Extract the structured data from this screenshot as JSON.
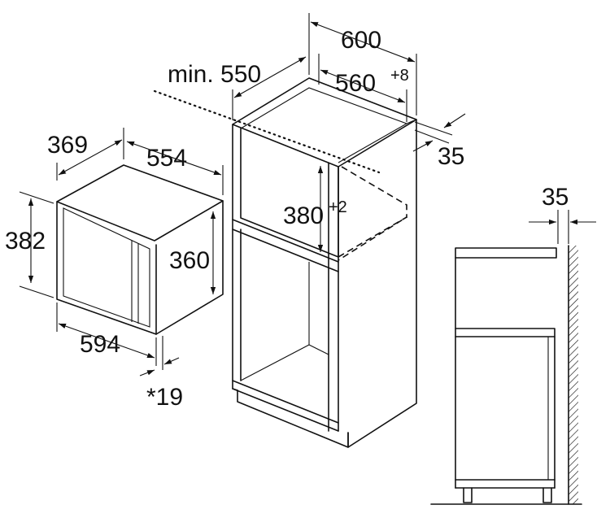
{
  "labels": {
    "cab_total_depth": "600",
    "cab_min_depth": "min. 550",
    "cab_inner_depth": "560",
    "cab_inner_depth_tol": "+8",
    "cab_niche_height": "380",
    "cab_niche_height_tol": "+2",
    "cab_rear_gap": "35",
    "side_rear_gap": "35",
    "mw_depth": "369",
    "mw_width_back": "554",
    "mw_height_outer": "382",
    "mw_height_inner": "360",
    "mw_width_front": "594",
    "mw_frame_depth": "*19"
  },
  "colors": {
    "line": "#111111",
    "background": "#ffffff"
  }
}
